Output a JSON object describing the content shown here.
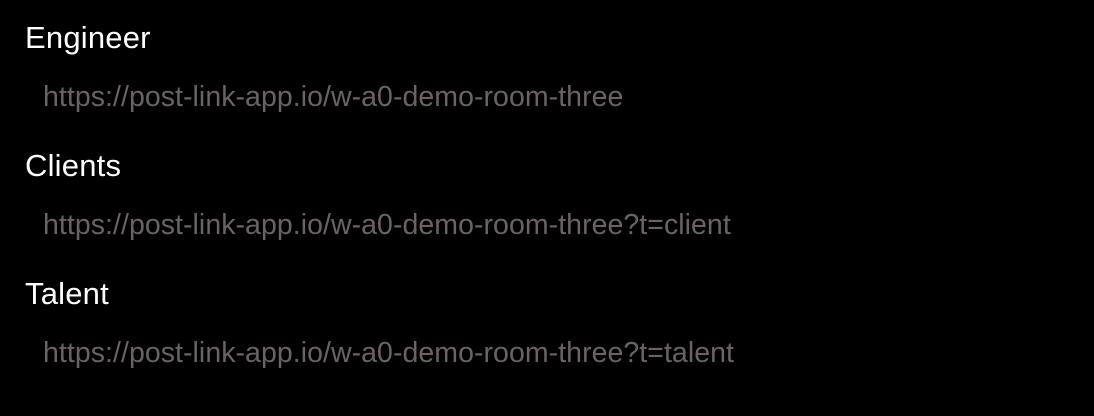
{
  "colors": {
    "background": "#000000",
    "label": "#ffffff",
    "link": "#6a6362"
  },
  "sections": [
    {
      "label": "Engineer",
      "url": "https://post-link-app.io/w-a0-demo-room-three"
    },
    {
      "label": "Clients",
      "url": "https://post-link-app.io/w-a0-demo-room-three?t=client"
    },
    {
      "label": "Talent",
      "url": "https://post-link-app.io/w-a0-demo-room-three?t=talent"
    }
  ]
}
